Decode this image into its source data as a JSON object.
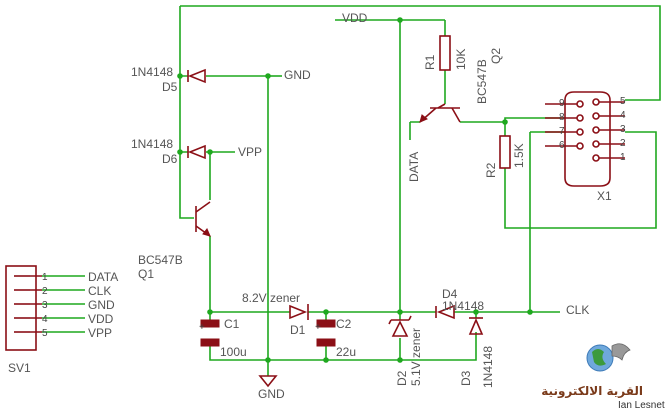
{
  "nets": {
    "vdd": "VDD",
    "gnd_top": "GND",
    "vpp": "VPP",
    "data": "DATA",
    "clk": "CLK",
    "gnd_bottom": "GND"
  },
  "components": {
    "d5": {
      "name": "D5",
      "value": "1N4148"
    },
    "d6": {
      "name": "D6",
      "value": "1N4148"
    },
    "q1": {
      "name": "Q1",
      "value": "BC547B"
    },
    "q2": {
      "name": "Q2",
      "value": "BC547B"
    },
    "r1": {
      "name": "R1",
      "value": "10K"
    },
    "r2": {
      "name": "R2",
      "value": "1.5K"
    },
    "c1": {
      "name": "C1",
      "value": "100u"
    },
    "c2": {
      "name": "C2",
      "value": "22u"
    },
    "d1": {
      "name": "D1",
      "value": "8.2V zener"
    },
    "d2": {
      "name": "D2",
      "value": "5.1V zener"
    },
    "d3": {
      "name": "D3",
      "value": "1N4148"
    },
    "d4": {
      "name": "D4",
      "value": "1N4148"
    },
    "x1": {
      "name": "X1"
    },
    "sv1": {
      "name": "SV1"
    }
  },
  "sv1_pins": [
    {
      "num": "1",
      "label": "DATA"
    },
    {
      "num": "2",
      "label": "CLK"
    },
    {
      "num": "3",
      "label": "GND"
    },
    {
      "num": "4",
      "label": "VDD"
    },
    {
      "num": "5",
      "label": "VPP"
    }
  ],
  "x1_pins": [
    "9",
    "8",
    "7",
    "6",
    "5",
    "4",
    "3",
    "2",
    "1"
  ],
  "logo": {
    "arabic": "القرية الالكترونية",
    "author": "Ian Lesnet"
  },
  "colors": {
    "wire": "#1fa81f",
    "symbol": "#8b0f16",
    "text": "#555555"
  }
}
